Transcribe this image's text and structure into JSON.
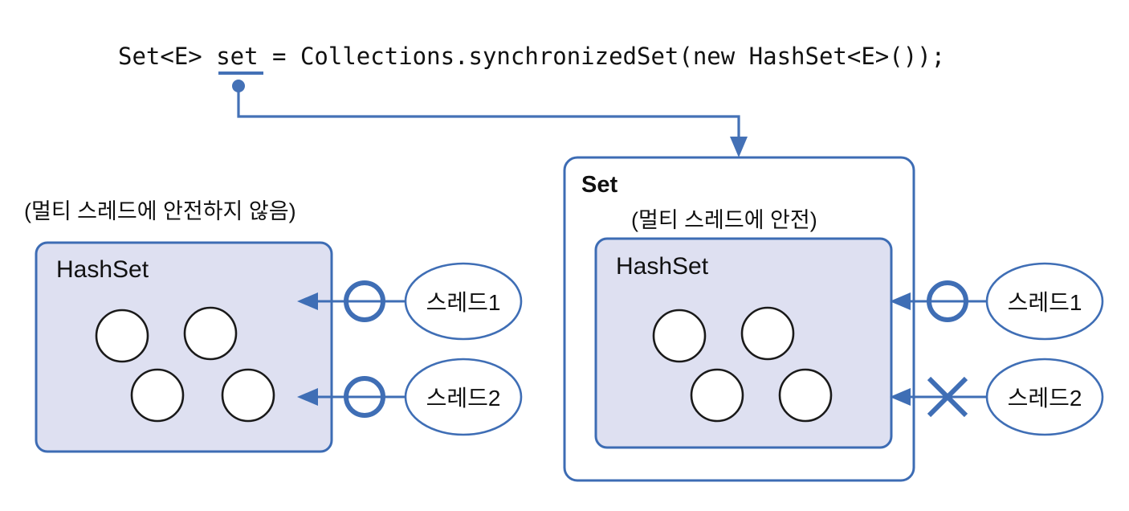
{
  "title": "Collections.synchronizedSet diagram",
  "code": {
    "line": "Set<E> set = Collections.synchronizedSet(new HashSet<E>());",
    "underlined_token": "set",
    "annotation_target": "Set wrapper box"
  },
  "colors": {
    "accent_blue": "#3d6cb4",
    "connector_blue": "#4471b6",
    "box_fill": "#dee0f1",
    "outer_fill": "#ffffff",
    "node_stroke": "#1a1a1a",
    "text": "#111111",
    "background": "#ffffff"
  },
  "left_group": {
    "caption": "(멀티 스레드에 안전하지 않음)",
    "box_label": "HashSet",
    "element_count": 4,
    "threads": [
      {
        "label": "스레드1",
        "access": "allowed",
        "mark": "circle-o-mark"
      },
      {
        "label": "스레드2",
        "access": "allowed",
        "mark": "circle-o-mark"
      }
    ]
  },
  "right_group": {
    "outer_label": "Set",
    "caption": "(멀티 스레드에 안전)",
    "box_label": "HashSet",
    "element_count": 4,
    "threads": [
      {
        "label": "스레드1",
        "access": "allowed",
        "mark": "circle-o-mark"
      },
      {
        "label": "스레드2",
        "access": "blocked",
        "mark": "x-cross-mark"
      }
    ]
  }
}
